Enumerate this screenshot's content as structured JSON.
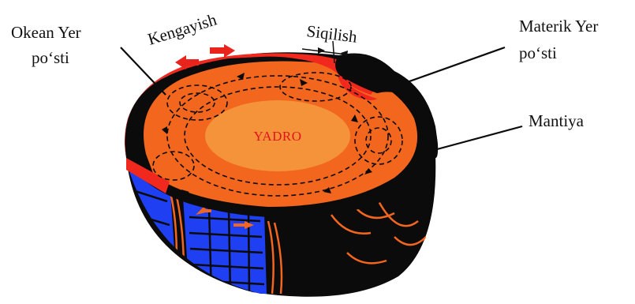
{
  "labels": {
    "ocean_crust_line1": "Okean Yer",
    "ocean_crust_line2": "po‘sti",
    "spreading": "Kengayish",
    "compression": "Siqilish",
    "continental_crust_line1": "Materik Yer",
    "continental_crust_line2": "po‘sti",
    "mantle": "Mantiya",
    "core": "YADRO"
  },
  "colors": {
    "crust_red": "#f0281e",
    "mantle_orange": "#f2661e",
    "core_orange": "#f4933a",
    "ocean_blue": "#1f3ff2",
    "rock_black": "#0b0b0b",
    "arrow_red": "#e8241c"
  }
}
